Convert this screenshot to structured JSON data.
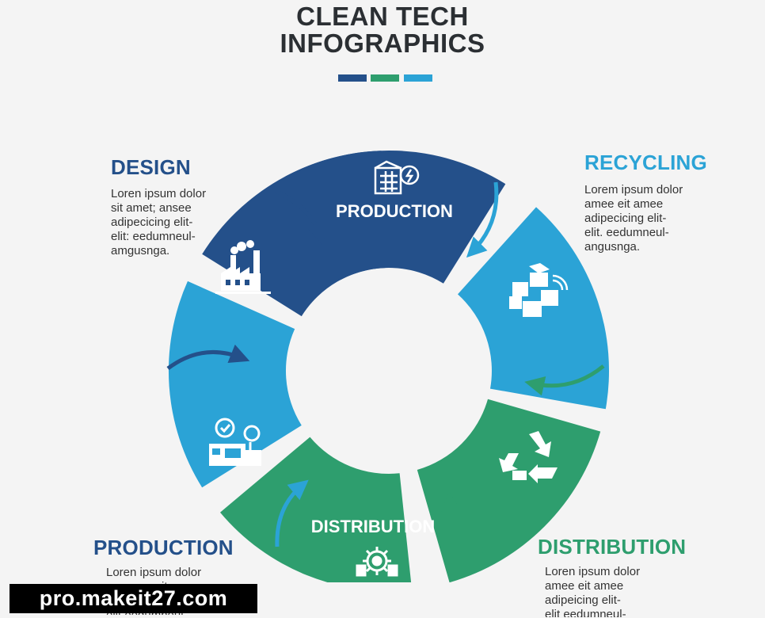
{
  "header": {
    "title_line1": "CLEAN TECH",
    "title_line2": "INFOGRAPHICS",
    "bar_colors": [
      "#24508a",
      "#2e9e6e",
      "#2ba3d6"
    ]
  },
  "cycle": {
    "segments": [
      {
        "label": "PRODUCTION",
        "icon": "factory-solar-panel-icon",
        "color": "#24508a"
      },
      {
        "label": "",
        "icon": "recycling-cubes-icon",
        "color": "#2ba3d6"
      },
      {
        "label": "",
        "icon": "recycle-arrows-icon",
        "color": "#2e9e6e"
      },
      {
        "label": "DISTRIBUTION",
        "icon": "gear-network-icon",
        "color": "#2e9e6e"
      },
      {
        "label": "",
        "icon": "ev-charging-station-icon",
        "color": "#2ba3d6"
      },
      {
        "label": "",
        "icon": "factory-chimneys-icon",
        "color": "#24508a"
      }
    ]
  },
  "callouts": {
    "design": {
      "heading": "DESIGN",
      "color": "#24508a",
      "text": "Loren ipsum dolor\nsit amet; ansee\nadipecicing elit-\nelit: eedumneul-\namgusnga."
    },
    "recycling": {
      "heading": "RECYCLING",
      "color": "#2ba3d6",
      "text": "Lorem ipsum dolor\namee eit amee\nadipecicing elit-\nelit. eedumneul-\nangusnga."
    },
    "production": {
      "heading": "PRODUCTION",
      "color": "#24508a",
      "text": "Loren ipsum dolor\namgsagaeit amee\nadipecicing elit-\nelit eedumneul-"
    },
    "distribution": {
      "heading": "DISTRIBUTION",
      "color": "#2e9e6e",
      "text": "Loren ipsum dolor\namee eit amee\nadipeicing elit-\nelit eedumneul-"
    }
  },
  "watermark": "pro.makeit27.com"
}
